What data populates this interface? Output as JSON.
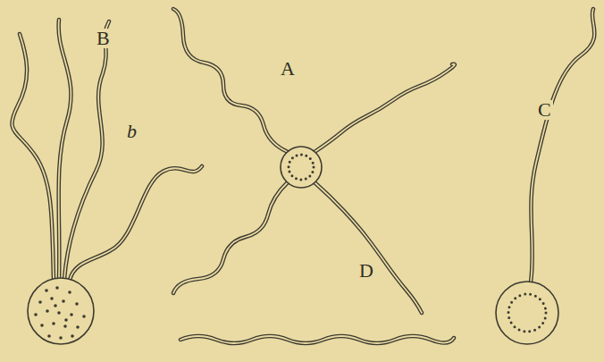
{
  "diagram": {
    "labels": [
      "B",
      "b",
      "A",
      "C",
      "D"
    ]
  }
}
